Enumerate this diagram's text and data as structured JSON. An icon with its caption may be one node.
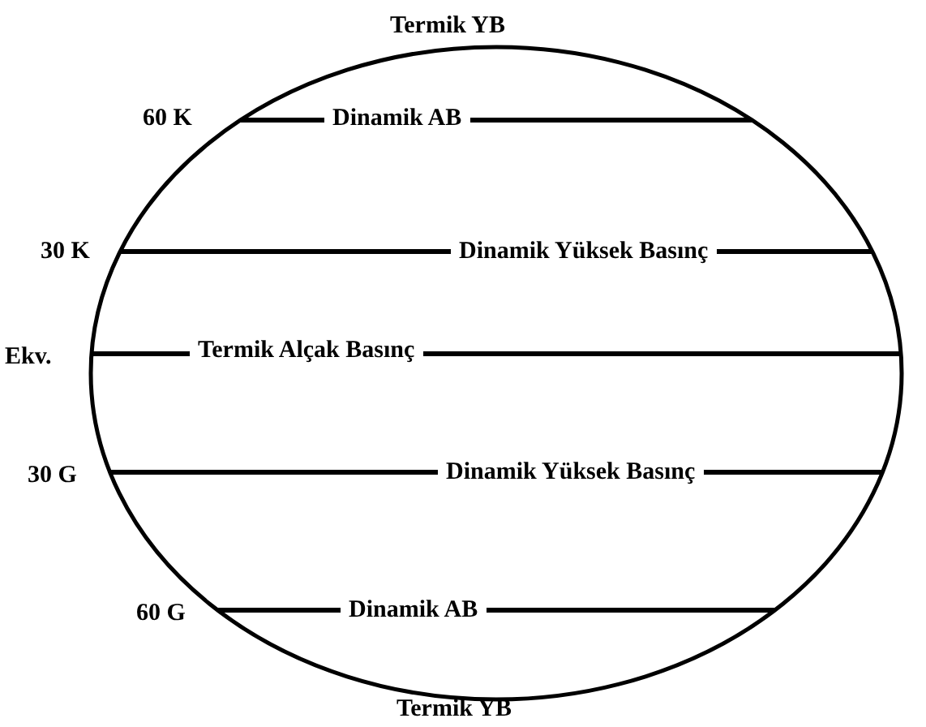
{
  "diagram": {
    "labels": [
      "Termik YB",
      "60 K",
      "Dinamik AB",
      "30 K",
      "Dinamik Yüksek Basınç",
      "Ekv.",
      "Termik Alçak Basınç",
      "30 G",
      "Dinamik Yüksek Basınç",
      "60 G",
      "Dinamik AB",
      "Termik YB"
    ]
  }
}
